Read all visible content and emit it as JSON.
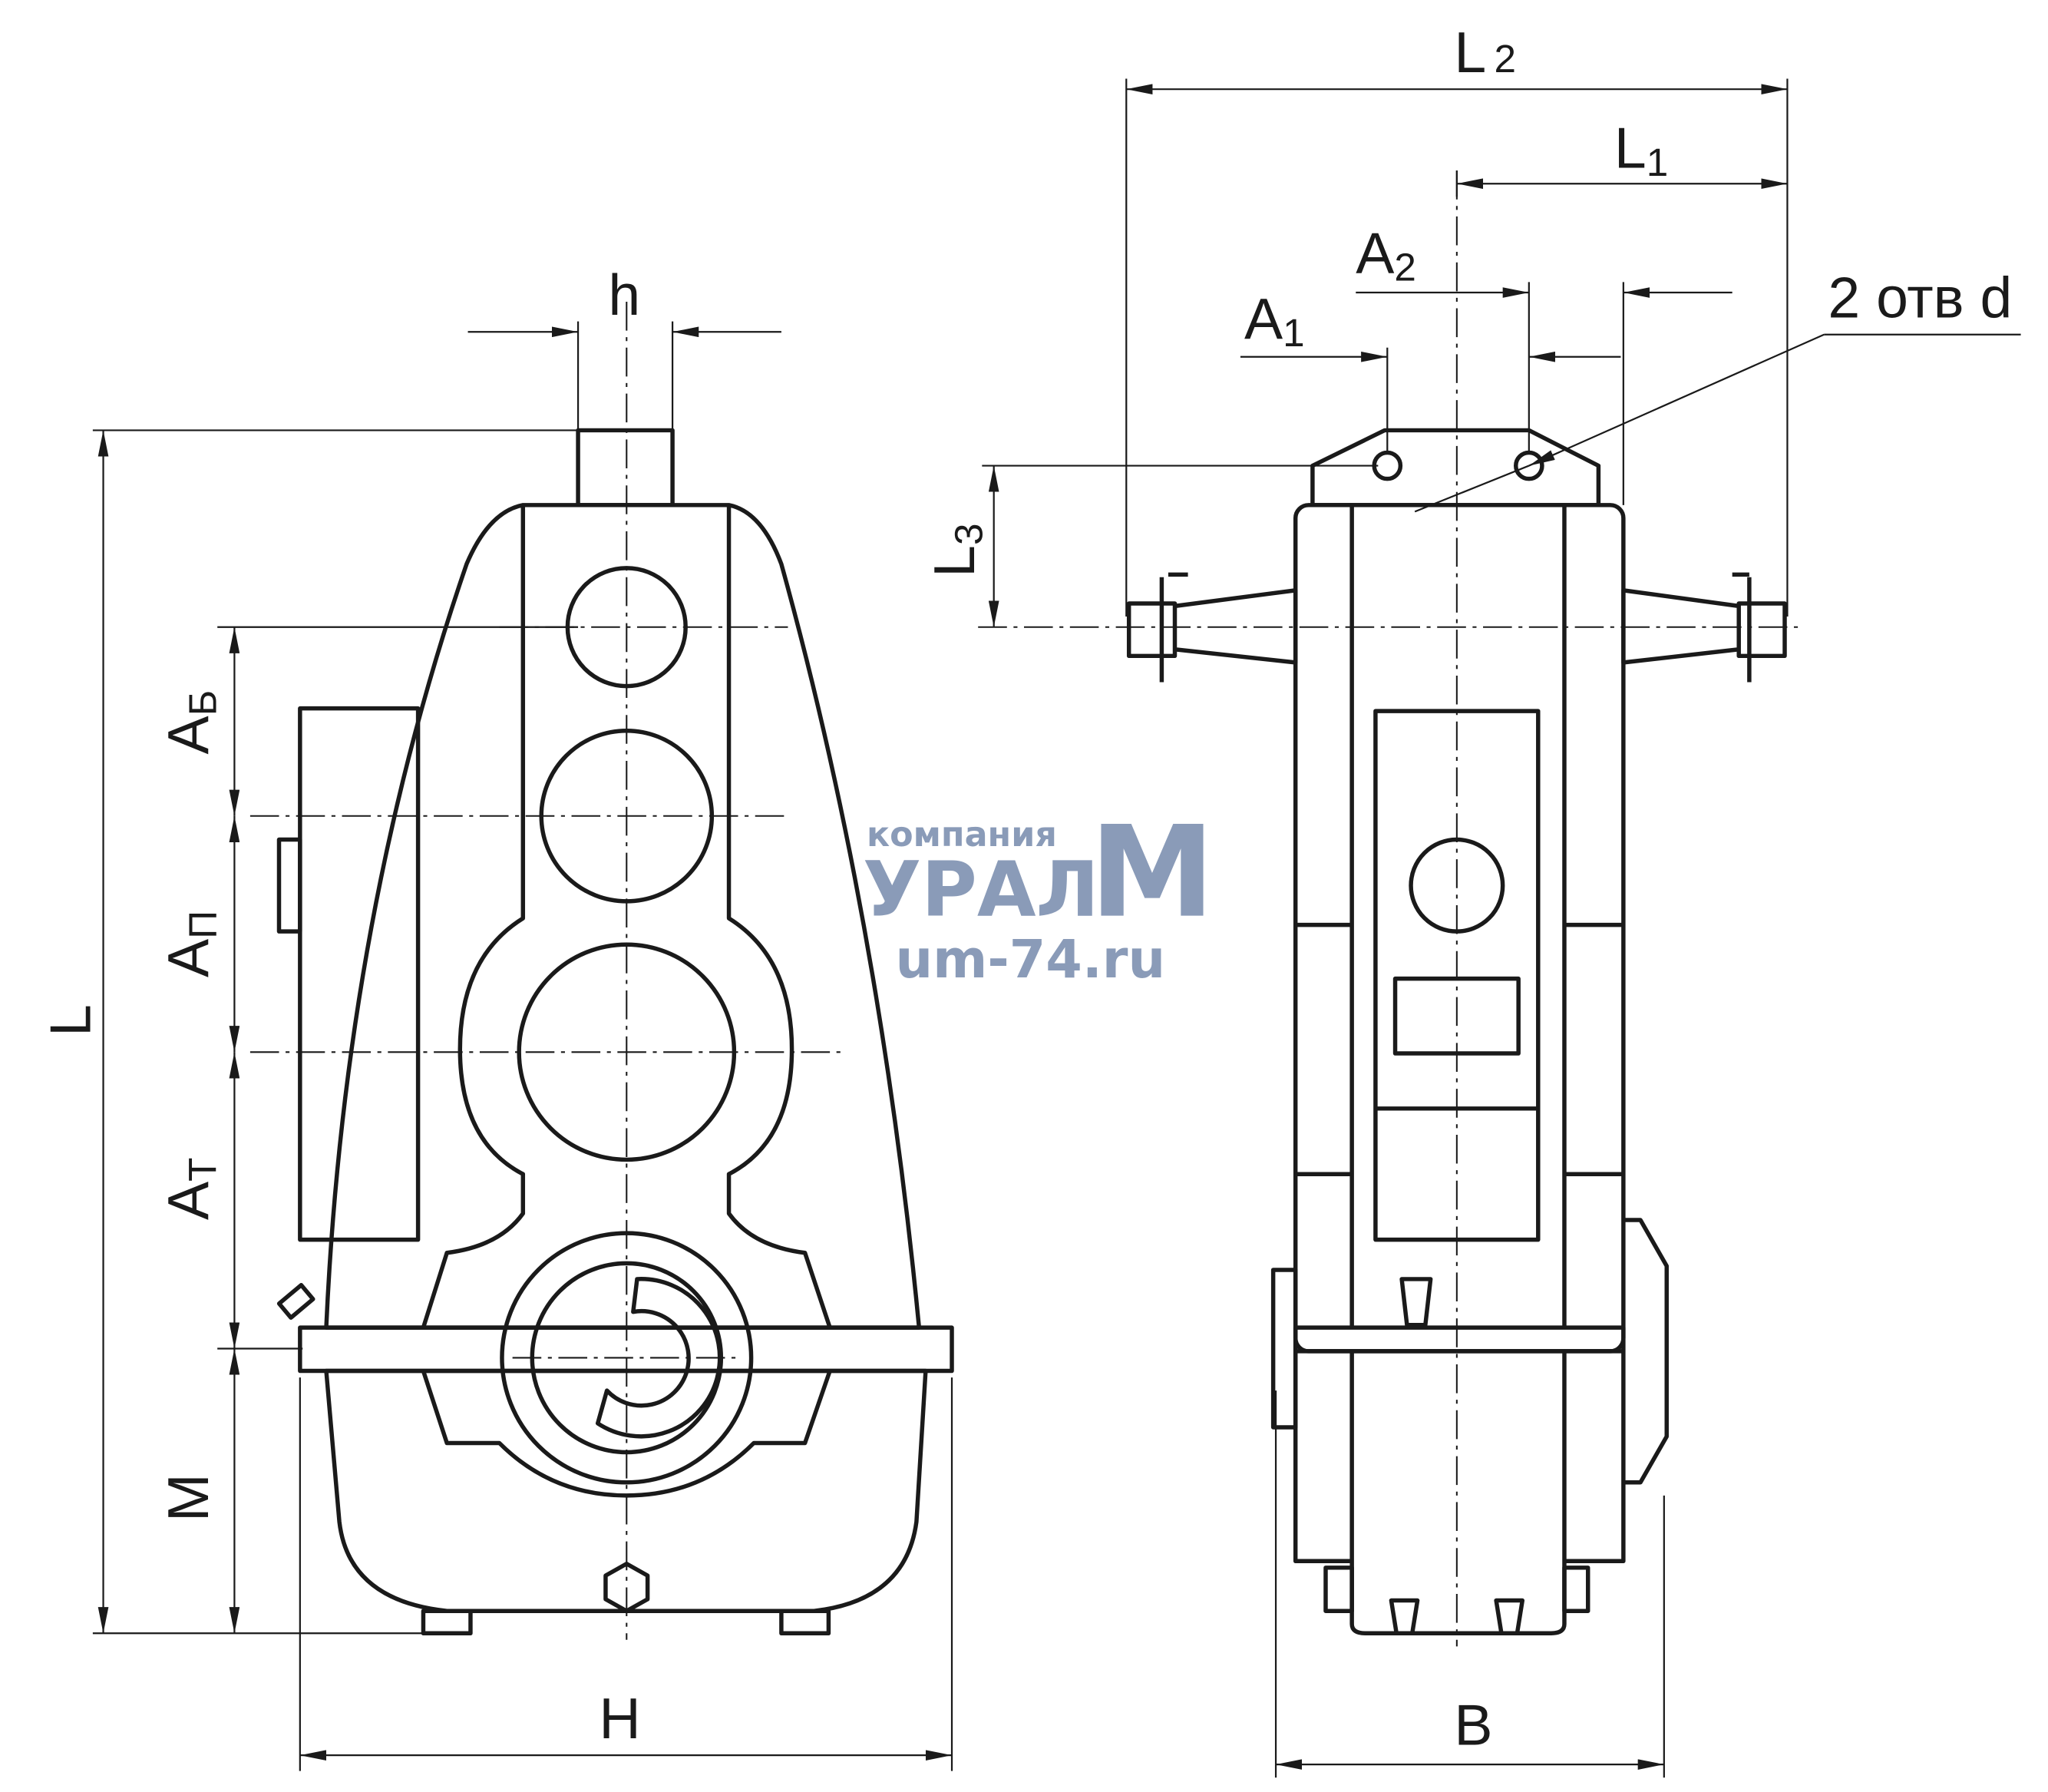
{
  "drawing": {
    "labels": {
      "h": "h",
      "L": "L",
      "A_b": {
        "main": "A",
        "sub": "Б"
      },
      "A_p": {
        "main": "A",
        "sub": "П"
      },
      "A_t": {
        "main": "A",
        "sub": "Т"
      },
      "M": "M",
      "H": "H",
      "L2": {
        "main": "L",
        "sub": "2"
      },
      "L1": {
        "main": "L",
        "sub": "1"
      },
      "A2": {
        "main": "A",
        "sub": "2"
      },
      "A1": {
        "main": "A",
        "sub": "1"
      },
      "L3": {
        "main": "L",
        "sub": "3"
      },
      "holes": "2 отв d",
      "B": "B"
    },
    "watermark": {
      "line1": "компания",
      "line2": "УРАЛ",
      "letter": "М",
      "url": "um-74.ru",
      "color": "#8a9bb8"
    }
  }
}
